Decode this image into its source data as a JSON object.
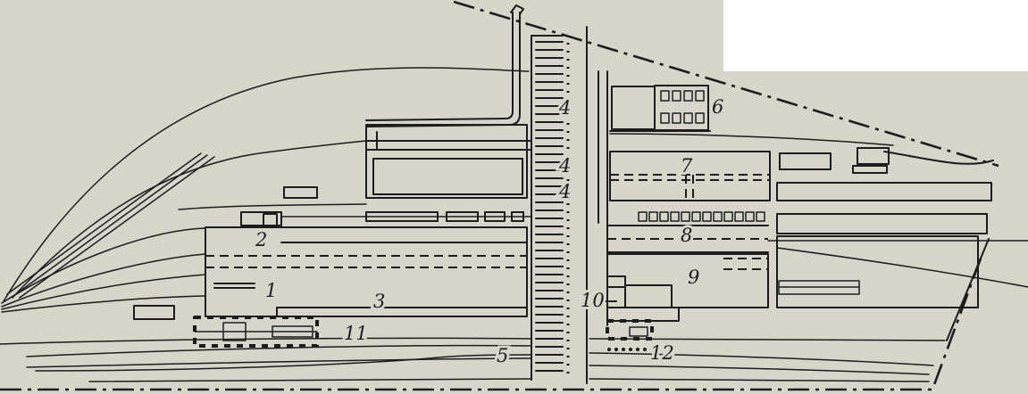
{
  "labels": {
    "l1": "1",
    "l2": "2",
    "l3": "3",
    "l4a": "4",
    "l4b": "4",
    "l4c": "4",
    "l5": "5",
    "l6": "6",
    "l7": "7",
    "l8": "8",
    "l9": "9",
    "l10": "10",
    "l11": "11",
    "l12": "12"
  },
  "colors": {
    "paper": "#d7d4ca",
    "ink": "#1c1c1c",
    "blank": "#ffffff"
  }
}
